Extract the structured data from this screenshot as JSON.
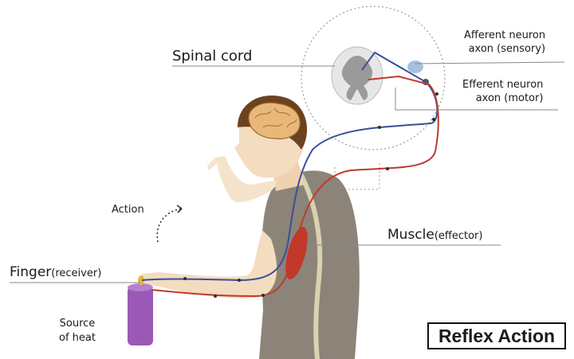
{
  "labels": {
    "spinal_cord": "Spinal cord",
    "afferent_line1": "Afferent neuron",
    "afferent_line2": "axon (sensory)",
    "efferent_line1": "Efferent neuron",
    "efferent_line2": "axon (motor)",
    "action": "Action",
    "muscle": "Muscle",
    "muscle_role": "(effector)",
    "finger": "Finger",
    "finger_role": "(receiver)",
    "source_line1": "Source",
    "source_line2": "of heat",
    "title": "Reflex Action"
  },
  "colors": {
    "afferent": "#3a4f9a",
    "efferent": "#c0392b",
    "skin": "#f3dcc0",
    "shirt": "#8c8478",
    "hair": "#6b4320",
    "candle": "#9b59b6",
    "grey_matter": "#9a9a9a"
  }
}
